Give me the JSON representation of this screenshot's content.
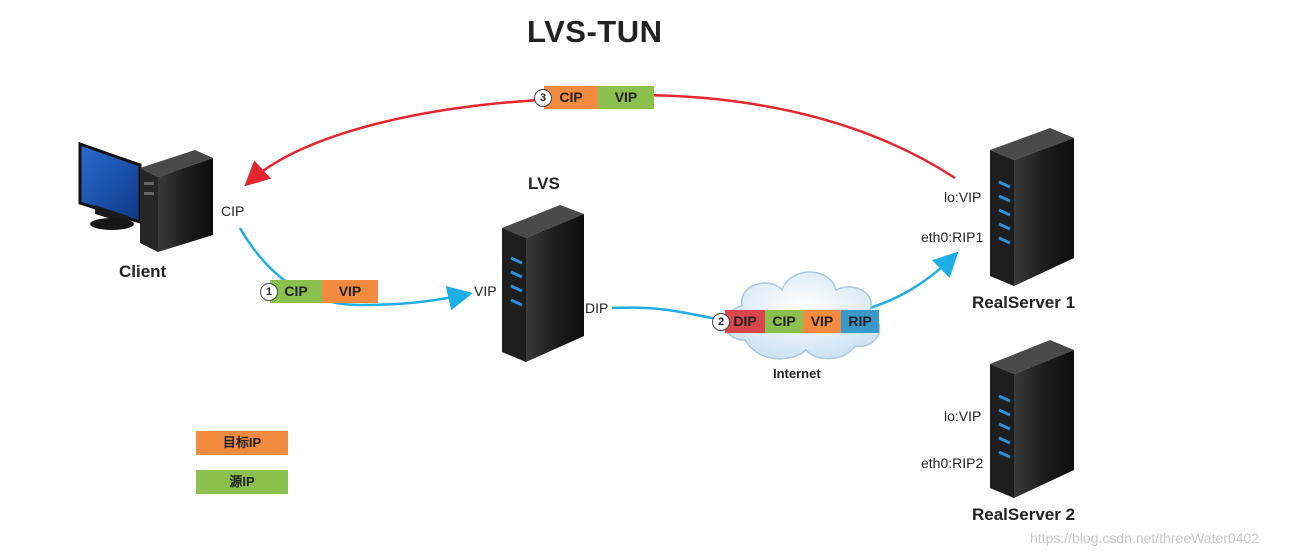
{
  "title": "LVS-TUN",
  "client": {
    "label": "Client",
    "ip_label": "CIP"
  },
  "lvs": {
    "label": "LVS",
    "vip_label": "VIP",
    "dip_label": "DIP"
  },
  "internet": {
    "label": "Internet"
  },
  "realserver1": {
    "label": "RealServer  1",
    "lo_label": "lo:VIP",
    "eth_label": "eth0:RIP1"
  },
  "realserver2": {
    "label": "RealServer  2",
    "lo_label": "lo:VIP",
    "eth_label": "eth0:RIP2"
  },
  "packets": {
    "step1": {
      "number": "1",
      "fields": [
        "CIP",
        "VIP"
      ]
    },
    "step2": {
      "number": "2",
      "fields": [
        "DIP",
        "CIP",
        "VIP",
        "RIP"
      ]
    },
    "step3": {
      "number": "3",
      "fields": [
        "CIP",
        "VIP"
      ]
    }
  },
  "legend": {
    "dest_ip": "目标IP",
    "src_ip": "源IP"
  },
  "colors": {
    "dest_ip": "#f28a3f",
    "src_ip": "#8bbf4e",
    "dip": "#d9464b",
    "rip": "#3a99c9",
    "request_arrow": "#1eaee6",
    "response_arrow": "#e5272d"
  },
  "watermark": "https://blog.csdn.net/threeWater0402"
}
